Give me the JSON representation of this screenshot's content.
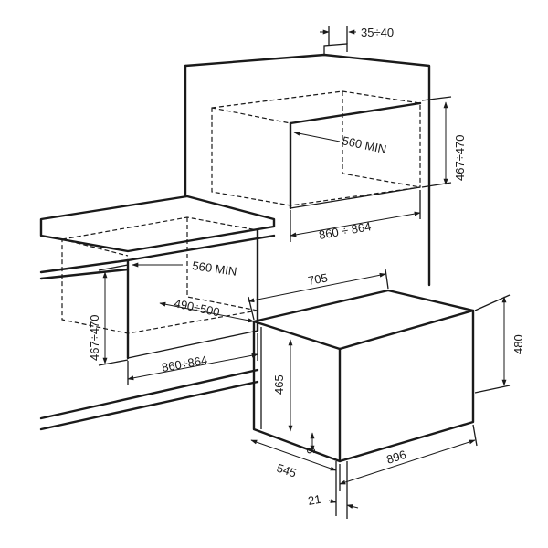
{
  "colors": {
    "line": "#1a1a1a",
    "background": "#ffffff"
  },
  "dimensions": {
    "gap_top": "35÷40",
    "column_niche_height": "467÷470",
    "column_niche_depth": "560 MIN",
    "column_niche_width": "860 ÷ 864",
    "counter_niche_depth": "560 MIN",
    "counter_niche_height": "467÷470",
    "counter_cutout_depth": "490÷500",
    "counter_niche_width": "860÷864",
    "appliance_depth_top": "705",
    "appliance_total_height": "480",
    "appliance_front_height": "465",
    "appliance_width": "896",
    "appliance_depth": "545",
    "front_panel_thickness": "9",
    "front_offset": "21"
  }
}
